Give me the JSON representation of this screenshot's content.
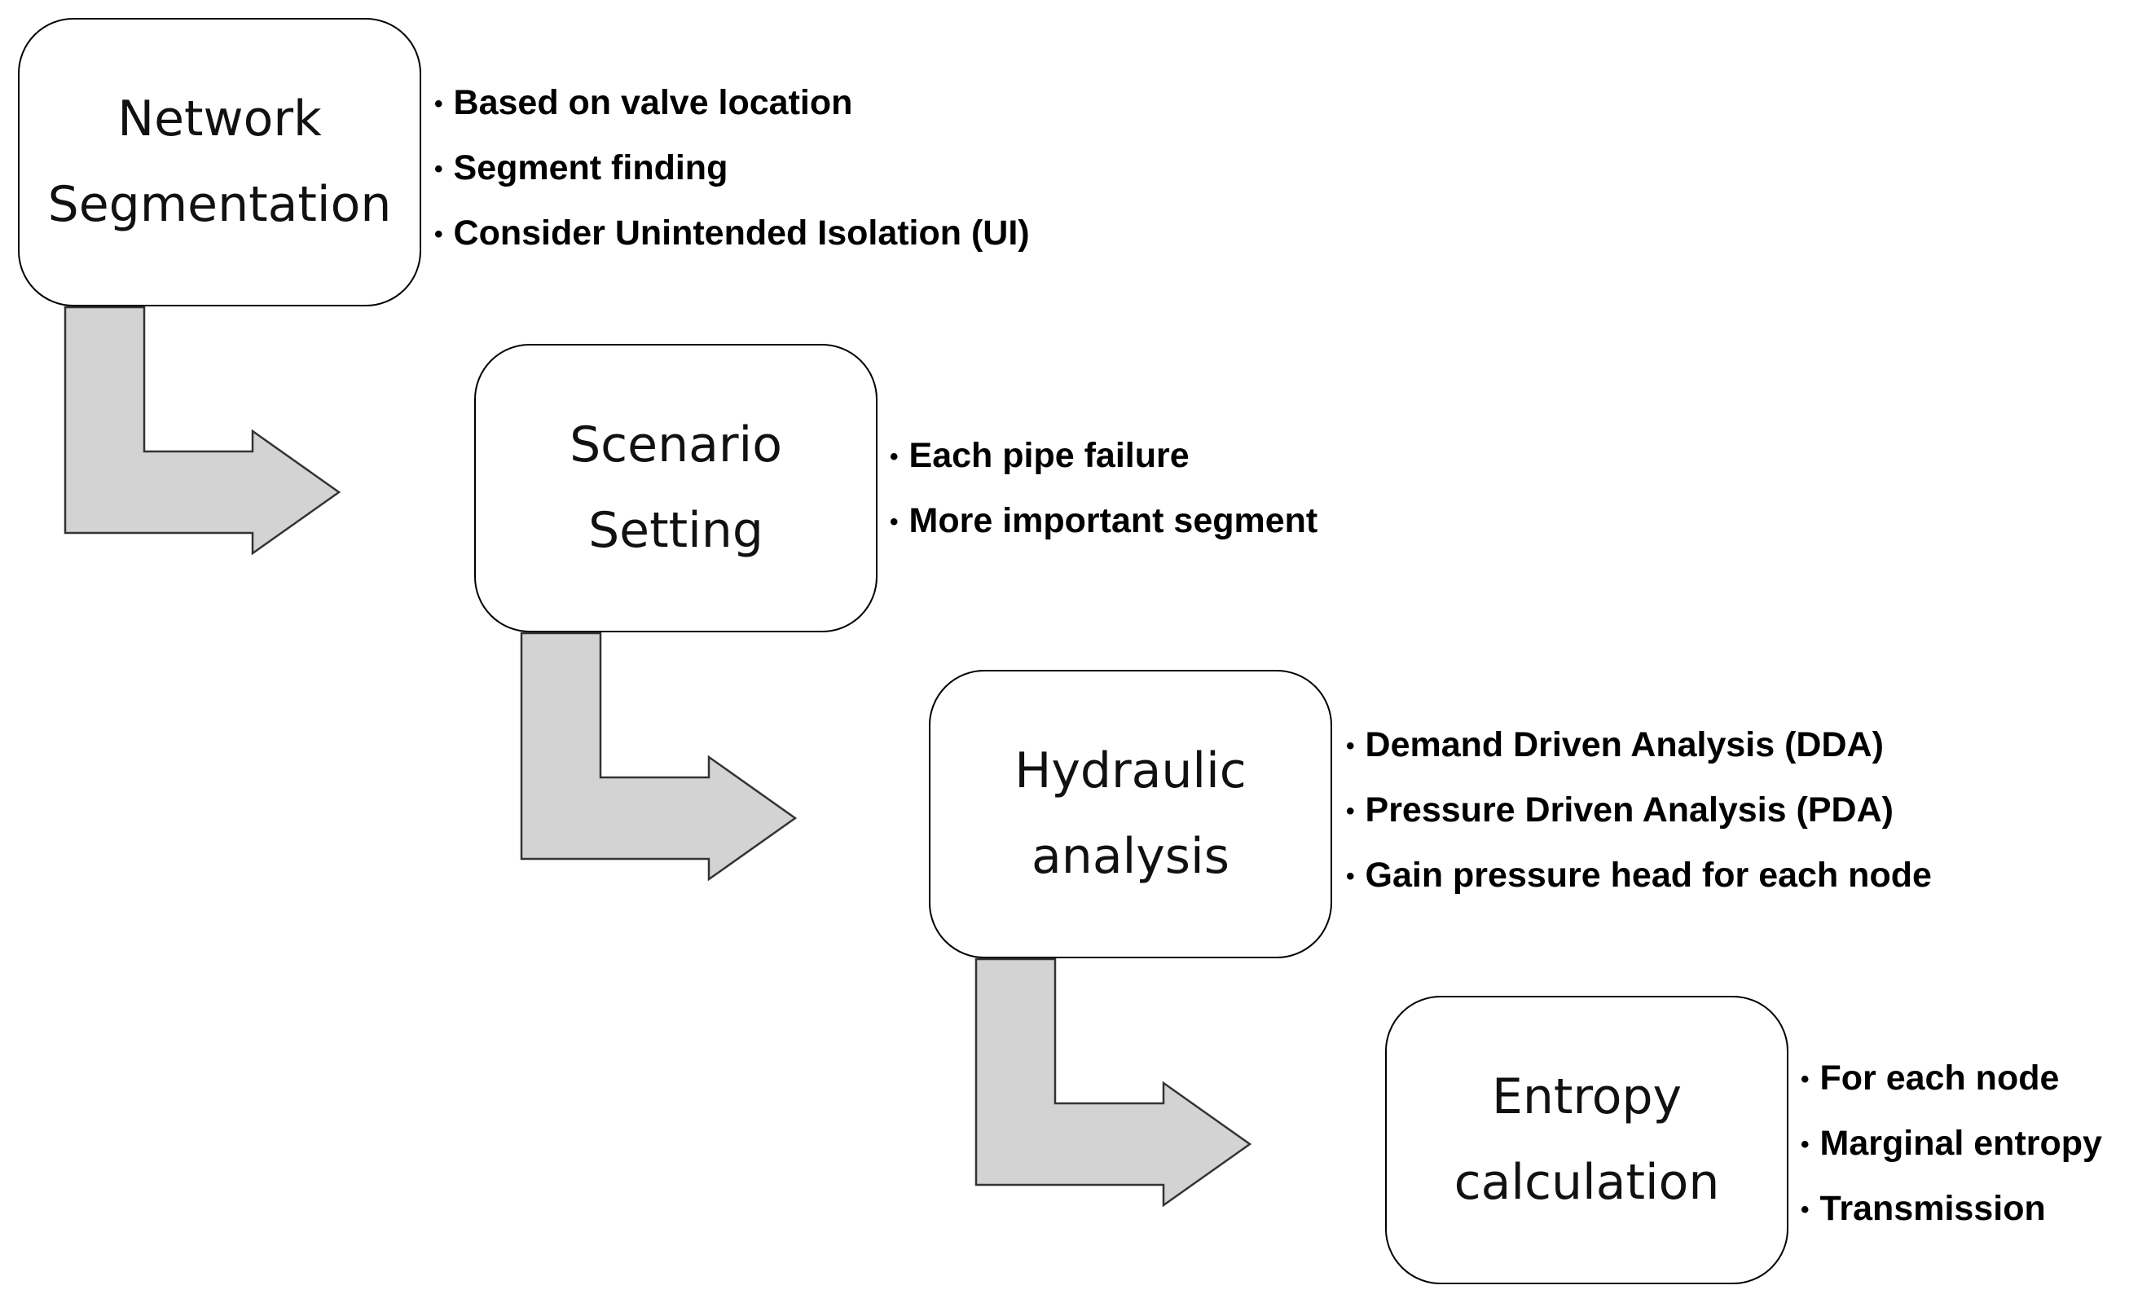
{
  "diagram": {
    "colors": {
      "box_border": "#000000",
      "box_fill": "#ffffff",
      "arrow_fill": "#d3d3d3",
      "arrow_stroke": "#333333",
      "text": "#000000"
    },
    "steps": [
      {
        "title_lines": [
          "Network",
          "Segmentation"
        ],
        "bullets": [
          "Based on valve location",
          "Segment finding",
          "Consider Unintended Isolation (UI)"
        ]
      },
      {
        "title_lines": [
          "Scenario",
          "Setting"
        ],
        "bullets": [
          "Each pipe failure",
          "More important segment"
        ]
      },
      {
        "title_lines": [
          "Hydraulic",
          "analysis"
        ],
        "bullets": [
          "Demand Driven Analysis (DDA)",
          "Pressure Driven Analysis (PDA)",
          "Gain pressure head for each node"
        ]
      },
      {
        "title_lines": [
          "Entropy",
          "calculation"
        ],
        "bullets": [
          "For each node",
          "Marginal entropy",
          "Transmission"
        ]
      }
    ],
    "bullet_symbol": "•"
  }
}
